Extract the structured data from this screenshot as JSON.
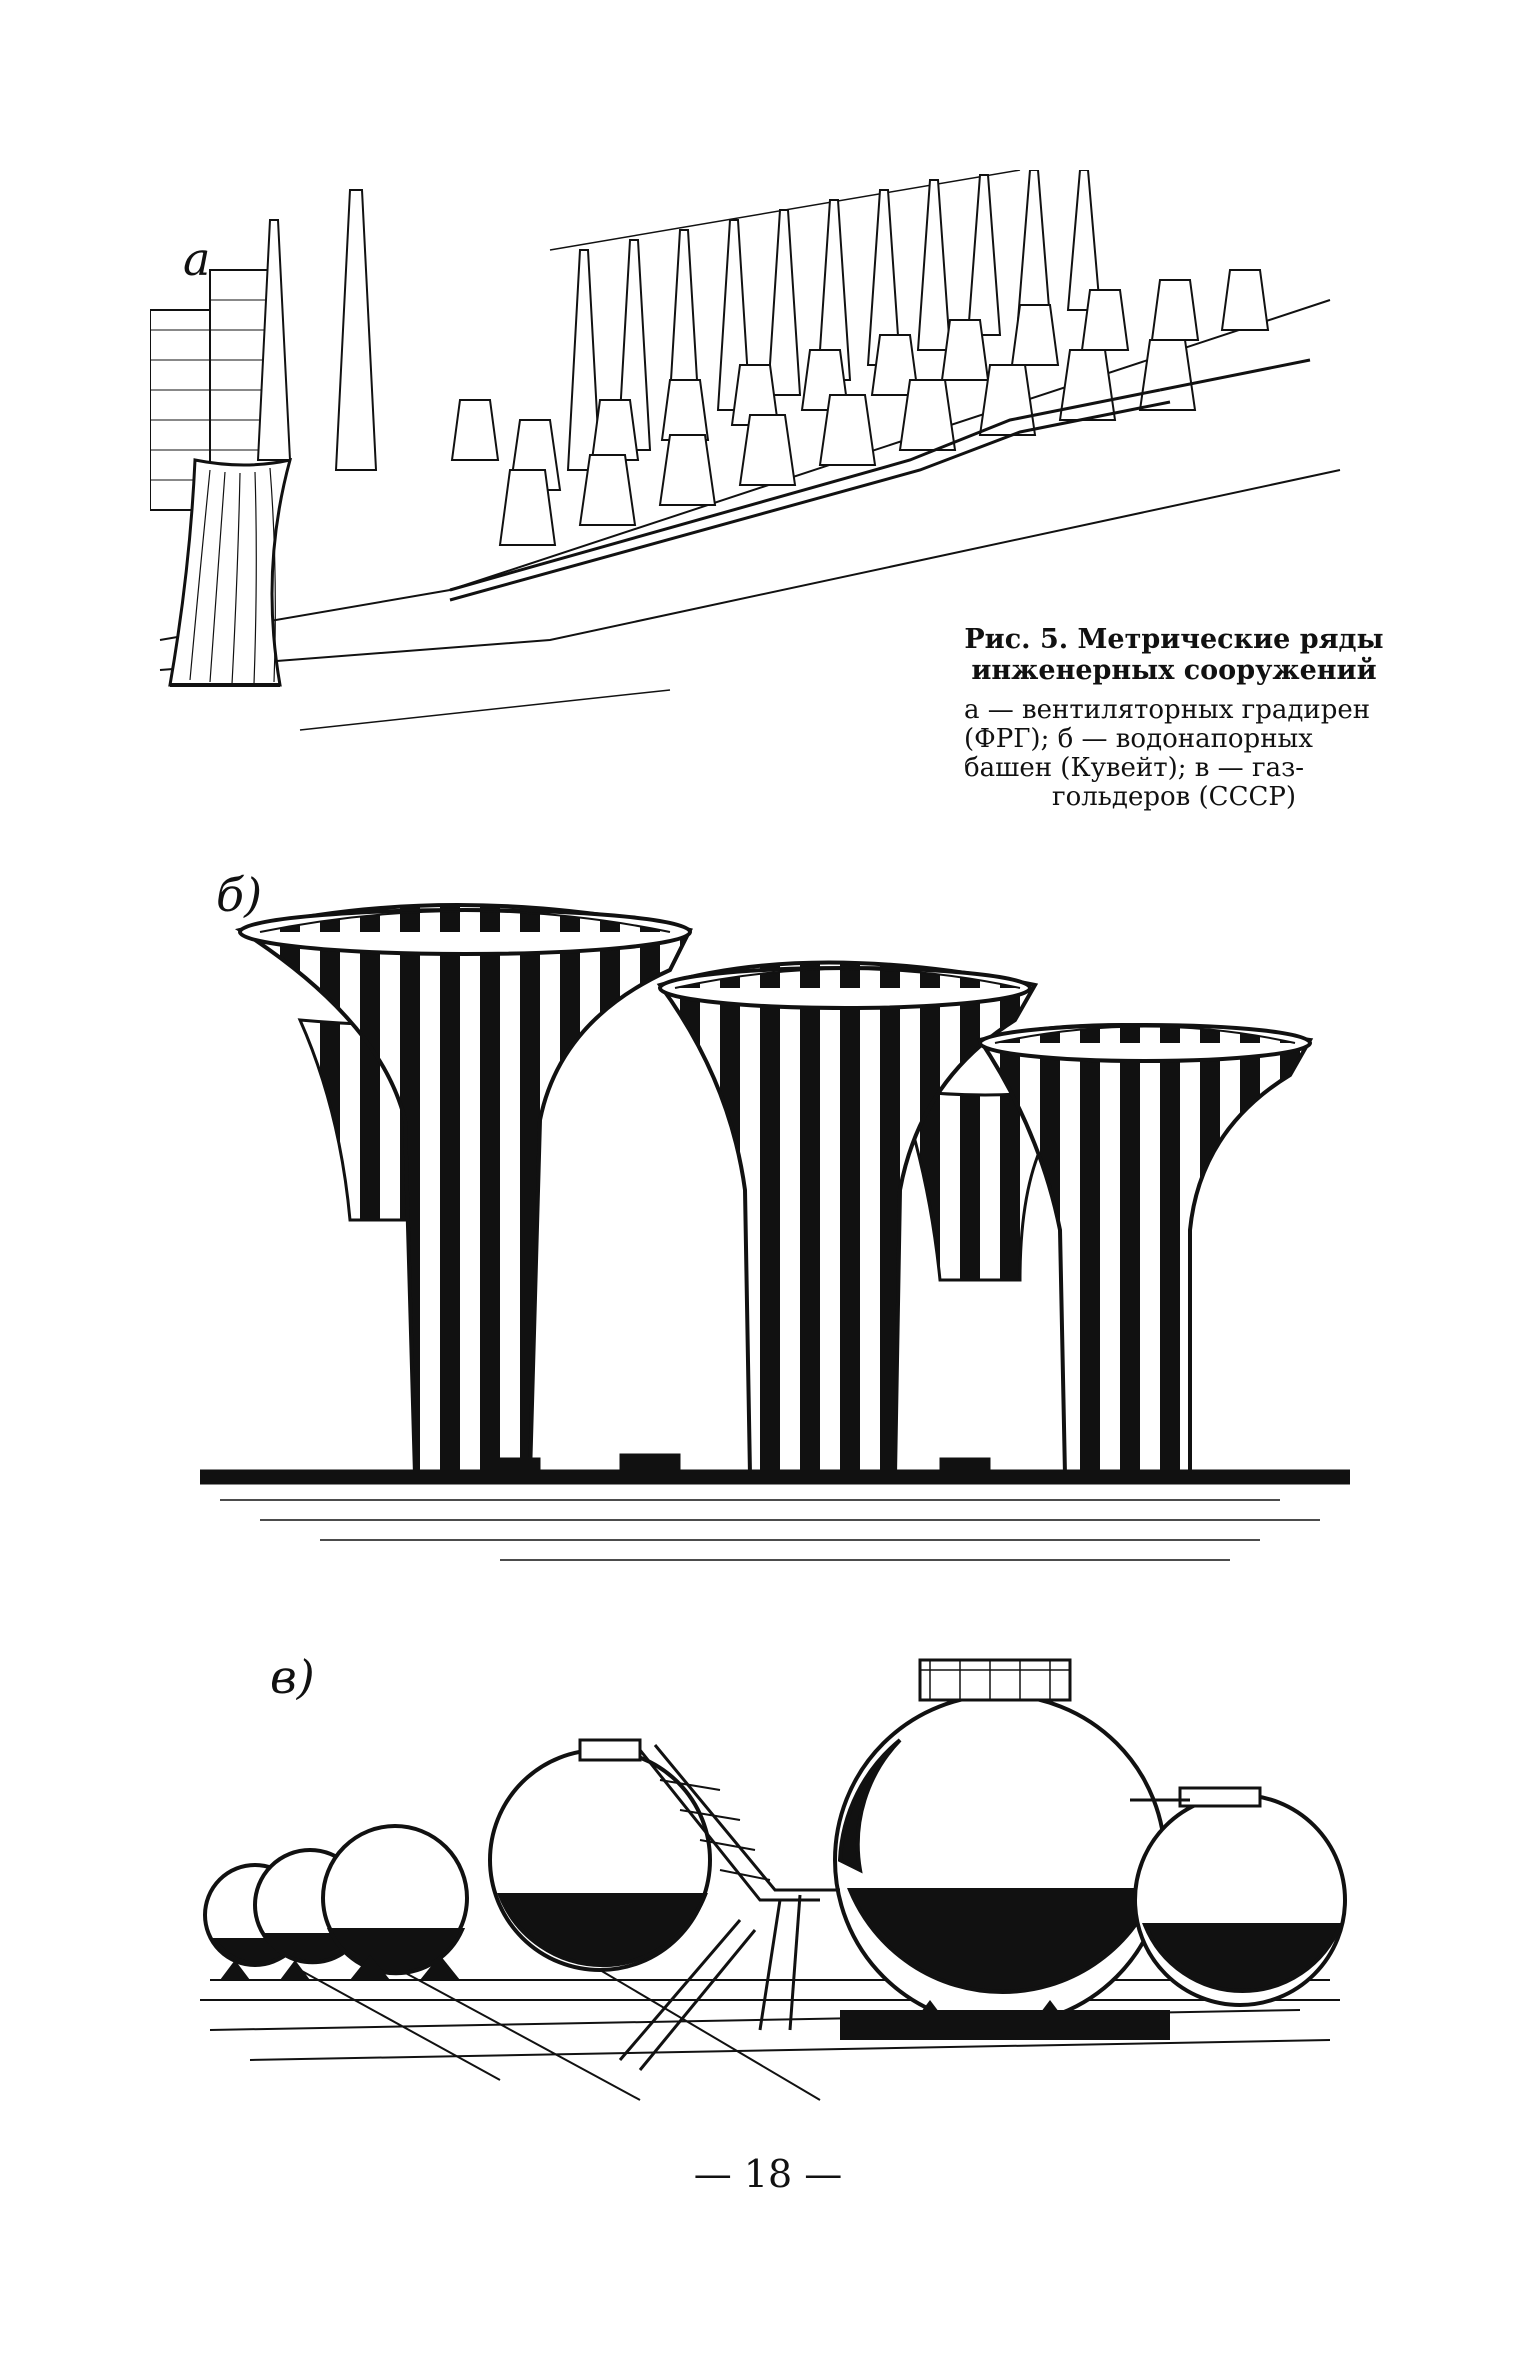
{
  "figure": {
    "panel_letters": {
      "a": "a",
      "b": "б)",
      "c": "в)"
    },
    "caption_title_lines": [
      "Рис. 5. Метрические ряды",
      "инженерных сооружений"
    ],
    "caption_legend_lines": [
      "а — вентиляторных градирен",
      "(ФРГ); б — водонапорных",
      "башен (Кувейт); в — газ-",
      "гольдеров (СССР)"
    ]
  },
  "page_number": "— 18 —"
}
